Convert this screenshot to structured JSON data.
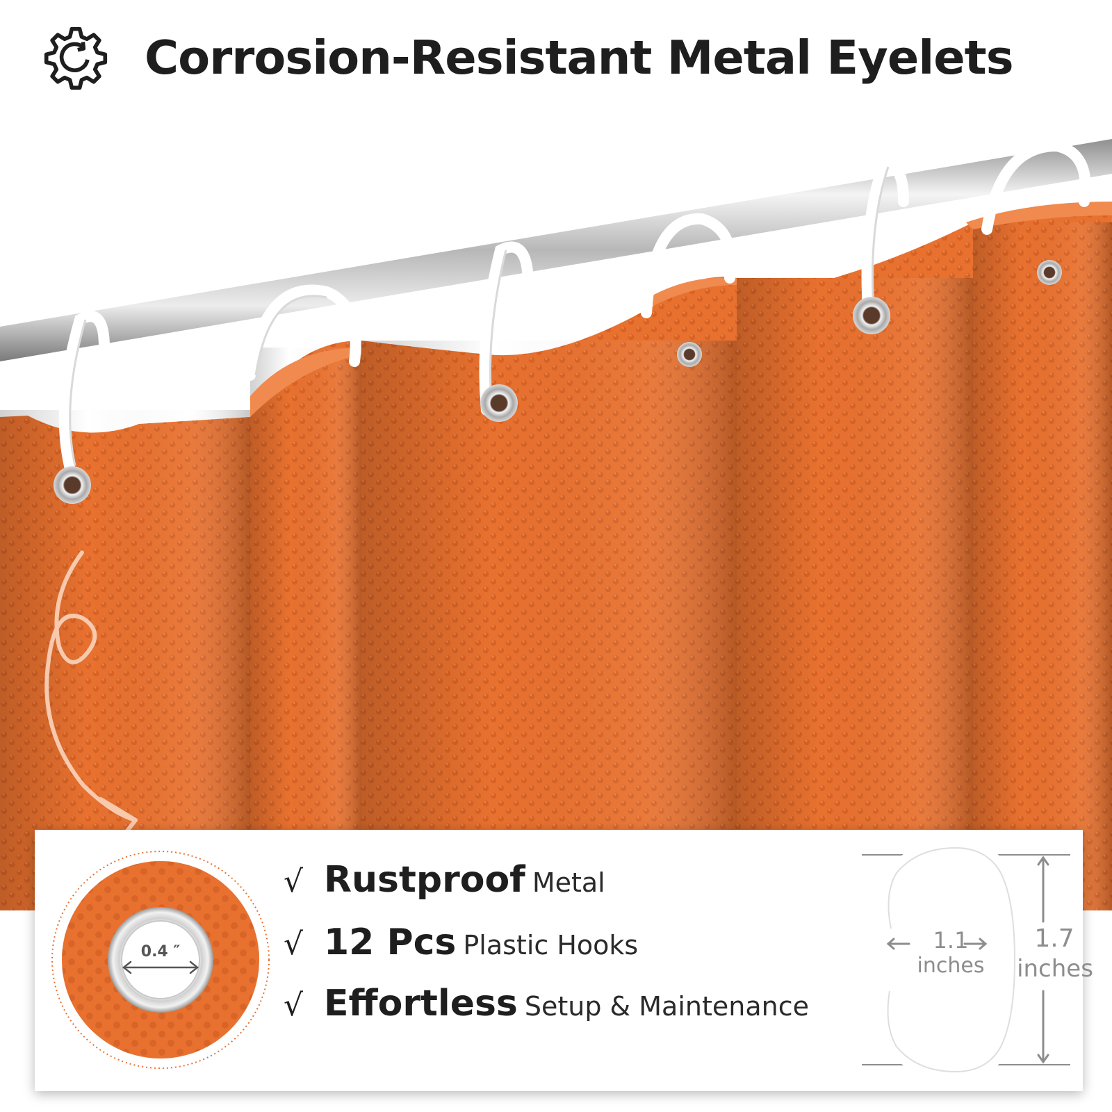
{
  "header": {
    "icon": "gear-icon",
    "title": "Corrosion-Resistant Metal Eyelets"
  },
  "photo": {
    "subject": "shower-curtain-with-hooks",
    "curtain_color": "#e8712f",
    "rod_color": "#c8c8c8",
    "accent_arrow_color": "#f7c9ad"
  },
  "callout": {
    "eyelet_diameter": "0.4 ″"
  },
  "features": [
    {
      "check": "√",
      "strong": "Rustproof",
      "light": "Metal"
    },
    {
      "check": "√",
      "strong": "12 Pcs",
      "light": "Plastic Hooks"
    },
    {
      "check": "√",
      "strong": "Effortless",
      "light": "Setup & Maintenance"
    }
  ],
  "hook": {
    "width_value": "1.1",
    "width_unit": "inches",
    "height_value": "1.7",
    "height_unit": "inches"
  }
}
